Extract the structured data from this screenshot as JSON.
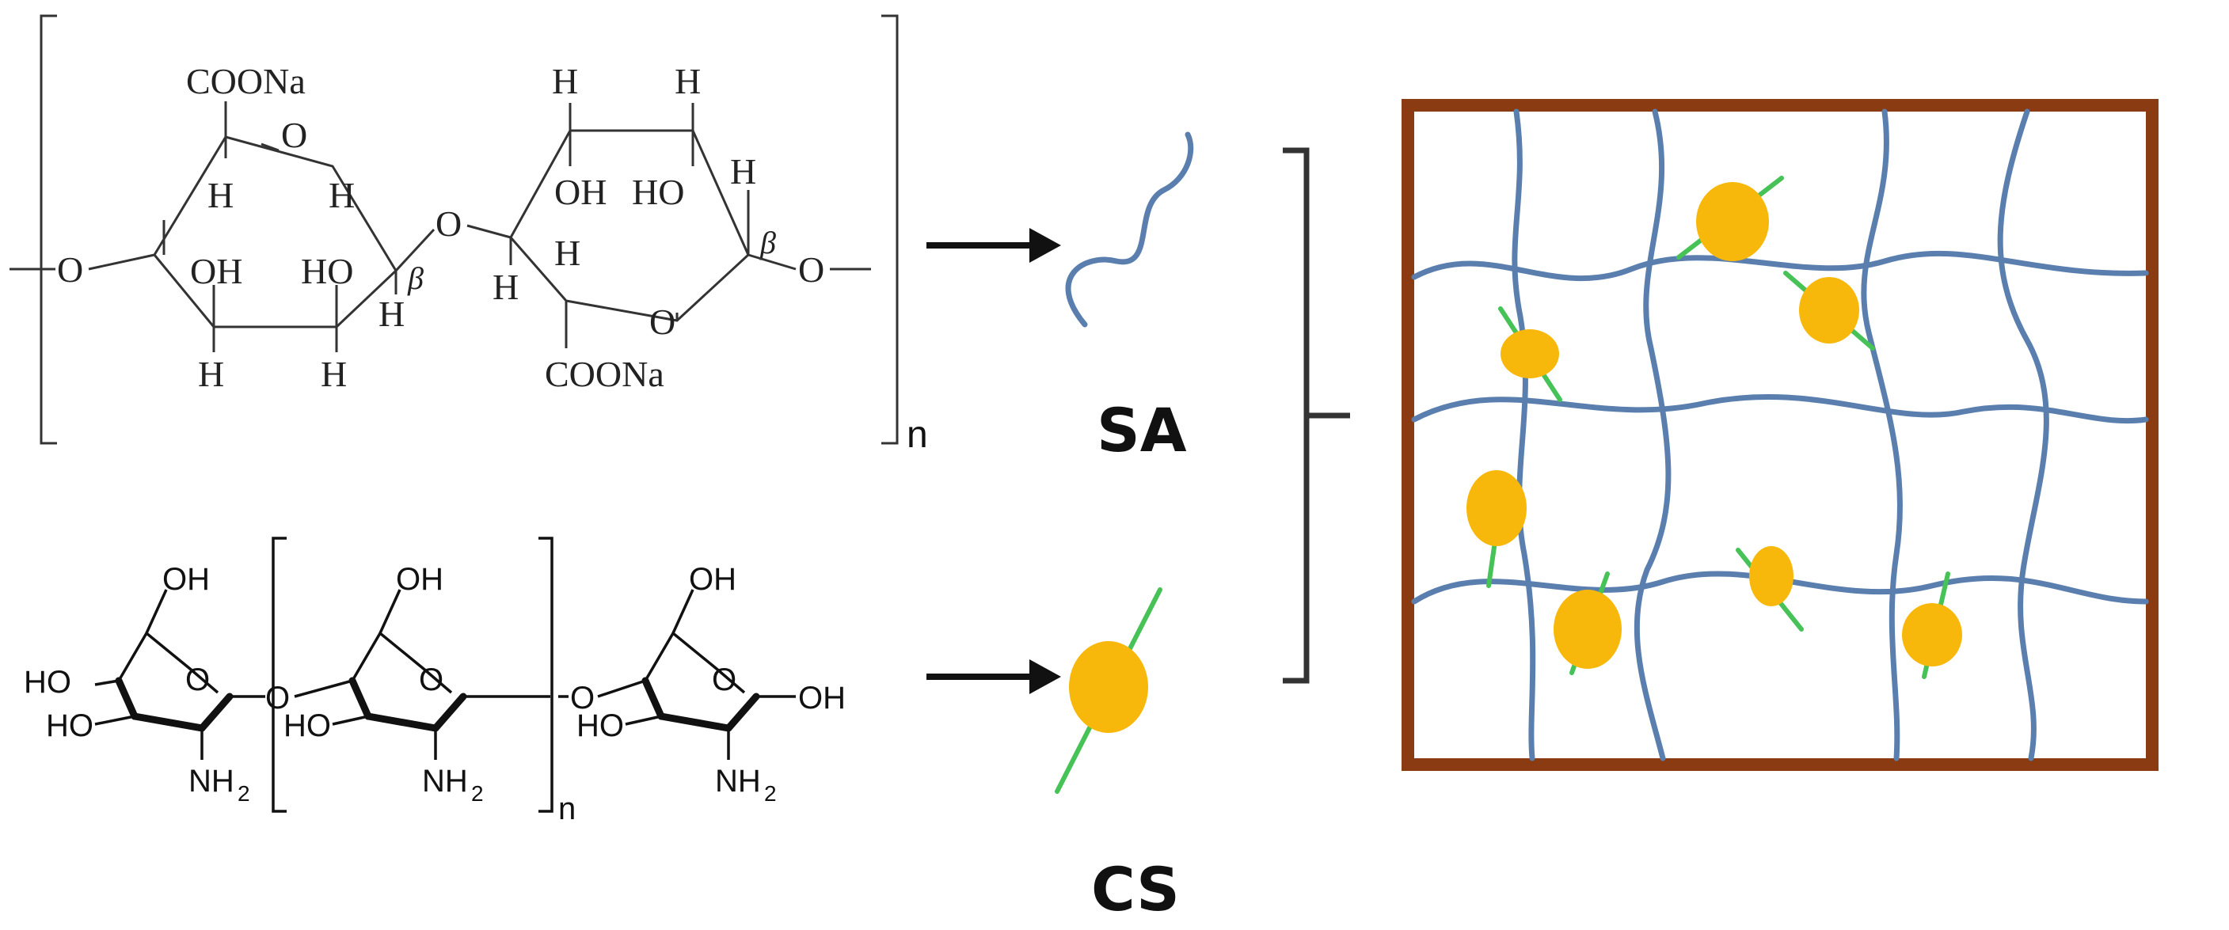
{
  "sa_structure": {
    "coona_top": "COONa",
    "coona_bottom": "COONa",
    "o": "O",
    "h": "H",
    "oh": "OH",
    "ho": "HO",
    "beta": "β",
    "n": "n"
  },
  "cs_structure": {
    "oh": "OH",
    "ho": "HO",
    "nh": "NH",
    "sub2": "2",
    "o": "O",
    "n": "n"
  },
  "labels": {
    "sa": "SA",
    "cs": "CS"
  },
  "colors": {
    "frame": "#8b3b12",
    "chain": "#5a7fae",
    "bead": "#f7b80b",
    "link": "#46c257"
  }
}
